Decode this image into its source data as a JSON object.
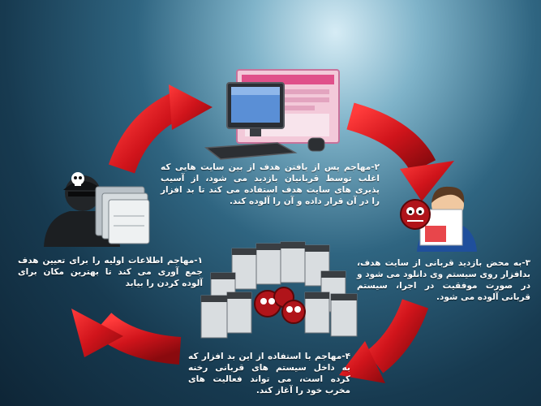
{
  "steps": {
    "step1": "۱-مهاجم اطلاعات اولیه را برای تعیین هدف جمع آوری می کند تا بهترین مکان برای آلوده کردن را بیابد",
    "step2": "۲-مهاجم پس از یافتن هدف از بین سایت هایی که اغلب توسط قربانیان بازدید می شود، از آسیب پذیری های سایت هدف استفاده می کند تا بد افزار را در آن قرار داده و آن را آلوده کند.",
    "step3": "۳-به محض بازدید قربانی از سایت هدف، بدافزار روی سیستم وی دانلود می شود و در صورت موفقیت در اجرا، سیستم قربانی آلوده می شود.",
    "step4": "۴-مهاجم با استفاده از این بد افزار که به داخل سیستم های قربانی رخنه کرده است، می تواند فعالیت های مخرب خود را آغاز کند."
  },
  "colors": {
    "arrow": "#d0141b",
    "arrow_dark": "#8a0a0e",
    "background": "#173a50"
  },
  "icons": [
    "hacker-icon",
    "website-computer-icon",
    "victim-user-icon",
    "infected-servers-icon",
    "malware-bug-icon",
    "skull-icon",
    "folders-icon"
  ]
}
